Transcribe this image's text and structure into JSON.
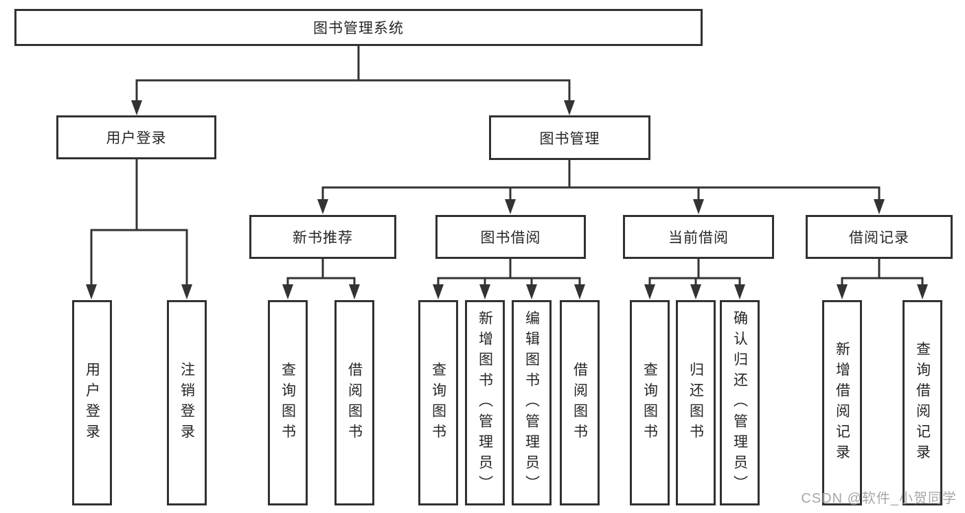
{
  "diagram": {
    "title": "图书管理系统",
    "level2": {
      "user_login": "用户登录",
      "book_mgmt": "图书管理"
    },
    "level3": {
      "new_books": "新书推荐",
      "book_borrow": "图书借阅",
      "current_borrow": "当前借阅",
      "borrow_records": "借阅记录"
    },
    "leaves": {
      "user_login": [
        "用户登录",
        "注销登录"
      ],
      "new_books": [
        "查询图书",
        "借阅图书"
      ],
      "book_borrow": [
        "查询图书",
        "新增图书（管理员）",
        "编辑图书（管理员）",
        "借阅图书"
      ],
      "current_borrow": [
        "查询图书",
        "归还图书",
        "确认归还（管理员）"
      ],
      "borrow_records": [
        "新增借阅记录",
        "查询借阅记录"
      ]
    },
    "watermark": "CSDN @软件_小贺同学",
    "colors": {
      "line": "#333333",
      "box_border": "#313131",
      "text": "#262626",
      "watermark": "#9e9e9e",
      "background": "#ffffff"
    }
  }
}
